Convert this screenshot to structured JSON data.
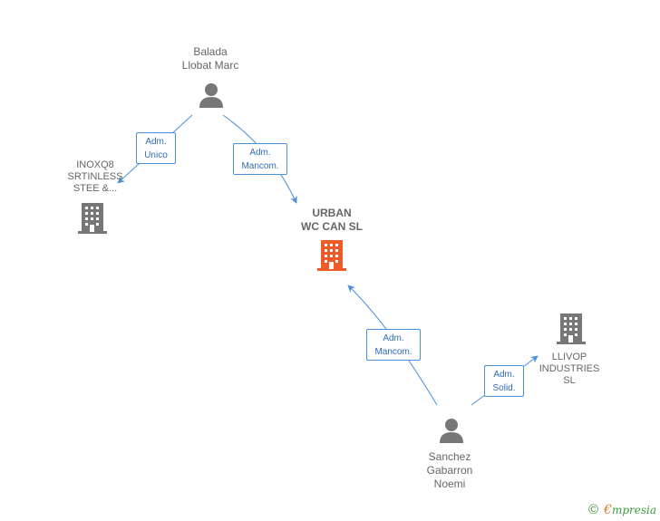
{
  "nodes": {
    "balada": {
      "line1": "Balada",
      "line2": "Llobat Marc"
    },
    "inoxq8": {
      "line1": "INOXQ8",
      "line2": "SRTINLESS",
      "line3": "STEE &..."
    },
    "urban": {
      "line1": "URBAN",
      "line2": "WC CAN  SL"
    },
    "llivop": {
      "line1": "LLIVOP",
      "line2": "INDUSTRIES",
      "line3": "SL"
    },
    "sanchez": {
      "line1": "Sanchez",
      "line2": "Gabarron",
      "line3": "Noemi"
    }
  },
  "roles": {
    "balada_inoxq8": {
      "line1": "Adm.",
      "line2": "Unico"
    },
    "balada_urban": {
      "line1": "Adm.",
      "line2": "Mancom."
    },
    "sanchez_urban": {
      "line1": "Adm.",
      "line2": "Mancom."
    },
    "sanchez_llivop": {
      "line1": "Adm.",
      "line2": "Solid."
    }
  },
  "brand": {
    "copyright": "©",
    "e": "€",
    "rest": "mpresia"
  },
  "colors": {
    "edge": "#4a90d9",
    "building": "#777777",
    "building_focus": "#f05a28",
    "person": "#777777"
  }
}
